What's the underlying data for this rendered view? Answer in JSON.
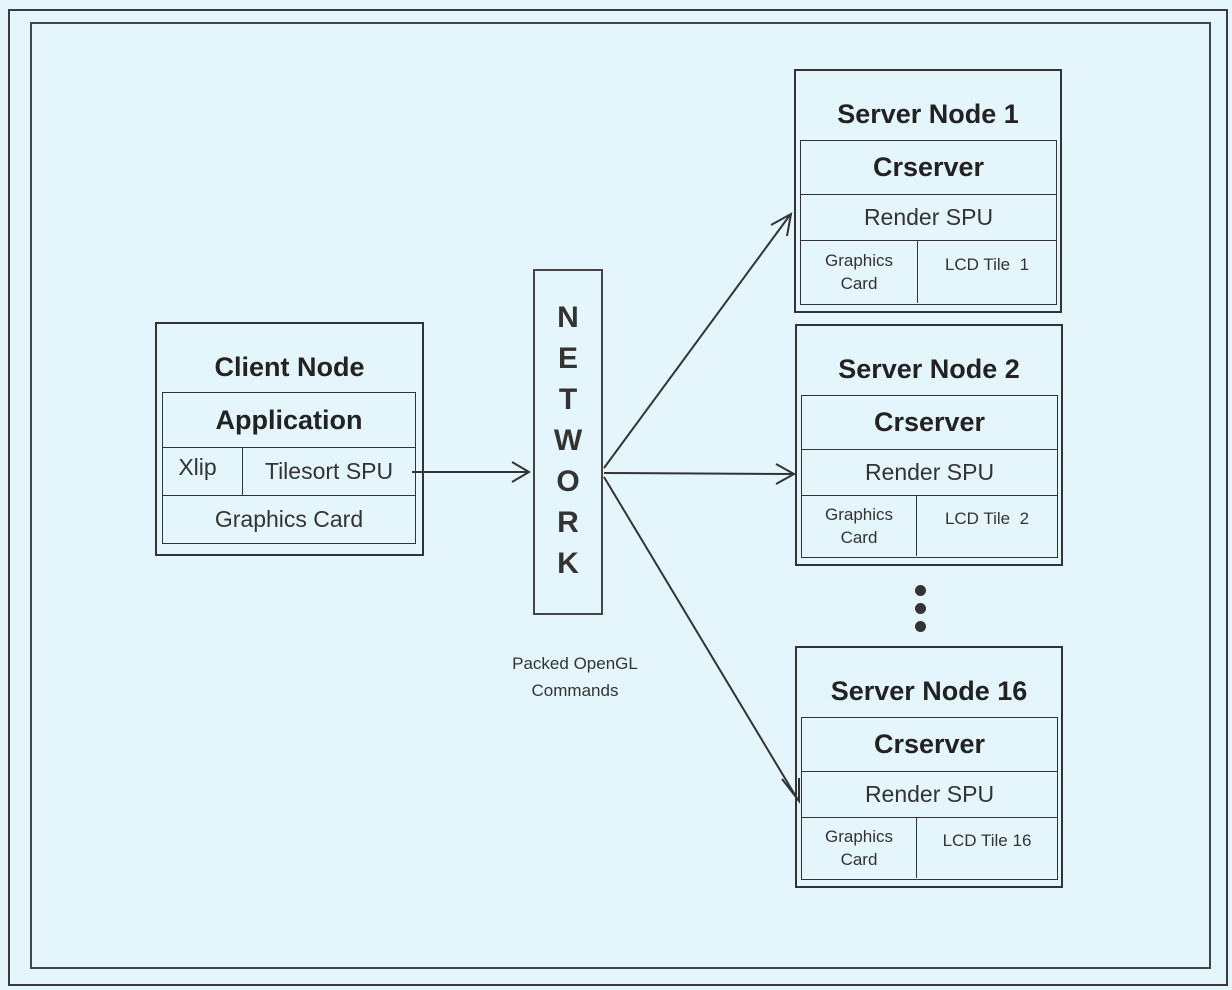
{
  "client": {
    "title": "Client Node",
    "app": "Application",
    "xlip": "Xlip",
    "tilesort": "Tilesort SPU",
    "gfx": "Graphics Card"
  },
  "network": {
    "letters": [
      "N",
      "E",
      "T",
      "W",
      "O",
      "R",
      "K"
    ],
    "caption_line1": "Packed OpenGL",
    "caption_line2": "Commands"
  },
  "servers": [
    {
      "title": "Server Node 1",
      "crserver": "Crserver",
      "render": "Render SPU",
      "gfx_line1": "Graphics",
      "gfx_line2": "Card",
      "lcd": "LCD Tile  1"
    },
    {
      "title": "Server Node 2",
      "crserver": "Crserver",
      "render": "Render SPU",
      "gfx_line1": "Graphics",
      "gfx_line2": "Card",
      "lcd": "LCD Tile  2"
    },
    {
      "title": "Server Node 16",
      "crserver": "Crserver",
      "render": "Render SPU",
      "gfx_line1": "Graphics",
      "gfx_line2": "Card",
      "lcd": "LCD Tile 16"
    }
  ],
  "colors": {
    "background": "#e4f6fc",
    "lines": "#333333"
  }
}
